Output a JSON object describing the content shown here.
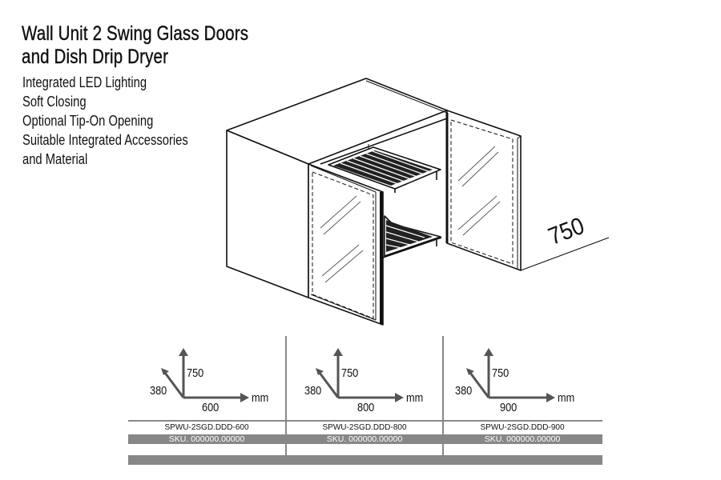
{
  "title_lines": [
    "Wall Unit 2 Swing Glass Doors",
    "and Dish Drip Dryer"
  ],
  "features": [
    "Integrated LED Lighting",
    "Soft Closing",
    "Optional Tip-On Opening",
    "Suitable Integrated Accessories",
    "and Material"
  ],
  "drawing": {
    "height_label": "750"
  },
  "variants": [
    {
      "height": "750",
      "depth": "380",
      "width": "600",
      "unit": "mm",
      "model": "SPWU-2SGD.DDD-600",
      "sku": "SKU. 000000.00000"
    },
    {
      "height": "750",
      "depth": "380",
      "width": "800",
      "unit": "mm",
      "model": "SPWU-2SGD.DDD-800",
      "sku": "SKU. 000000.00000"
    },
    {
      "height": "750",
      "depth": "380",
      "width": "900",
      "unit": "mm",
      "model": "SPWU-2SGD.DDD-900",
      "sku": "SKU. 000000.00000"
    }
  ],
  "colors": {
    "band": "#878787",
    "arrow": "#555555"
  }
}
